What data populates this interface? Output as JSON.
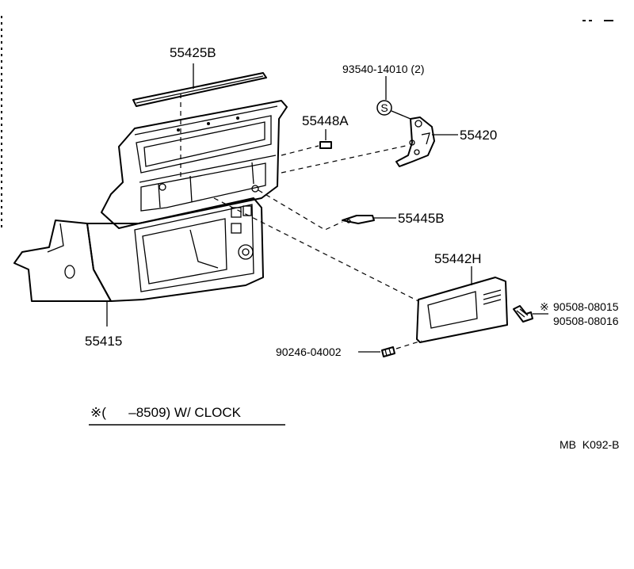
{
  "parts": {
    "p55425b": "55425B",
    "p93540": "93540-14010 (2)",
    "p55448a": "55448A",
    "p55420": "55420",
    "p55445b": "55445B",
    "p55442h": "55442H",
    "p90508_a": "90508-08015",
    "p90508_b": "90508-08016",
    "p90246": "90246-04002",
    "p55415": "55415"
  },
  "markers": {
    "asterisk": "※",
    "s_symbol": "S"
  },
  "footnote": {
    "text": "※(      –8509) W/ CLOCK"
  },
  "ref_code": "MB  K092-B"
}
